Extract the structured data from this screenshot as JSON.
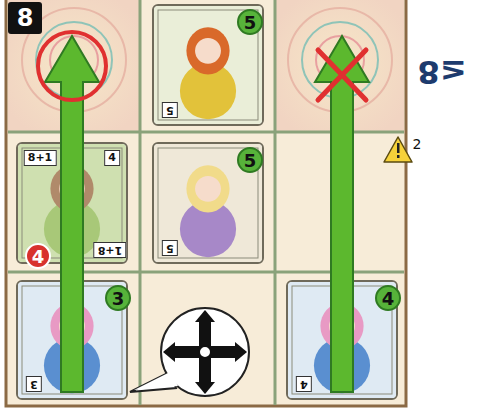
{
  "diagram": {
    "nodes": [
      {
        "text": [
          "5",
          "5"
        ]
      },
      {
        "text": [
          "4",
          "8+1",
          "1+8",
          "4"
        ]
      },
      {
        "text": [
          "5",
          "5"
        ]
      },
      {
        "text": [
          "3",
          "3"
        ]
      },
      {
        "text": [
          "4",
          "4"
        ]
      }
    ],
    "labels": [
      "8",
      "≤8",
      "2"
    ]
  }
}
